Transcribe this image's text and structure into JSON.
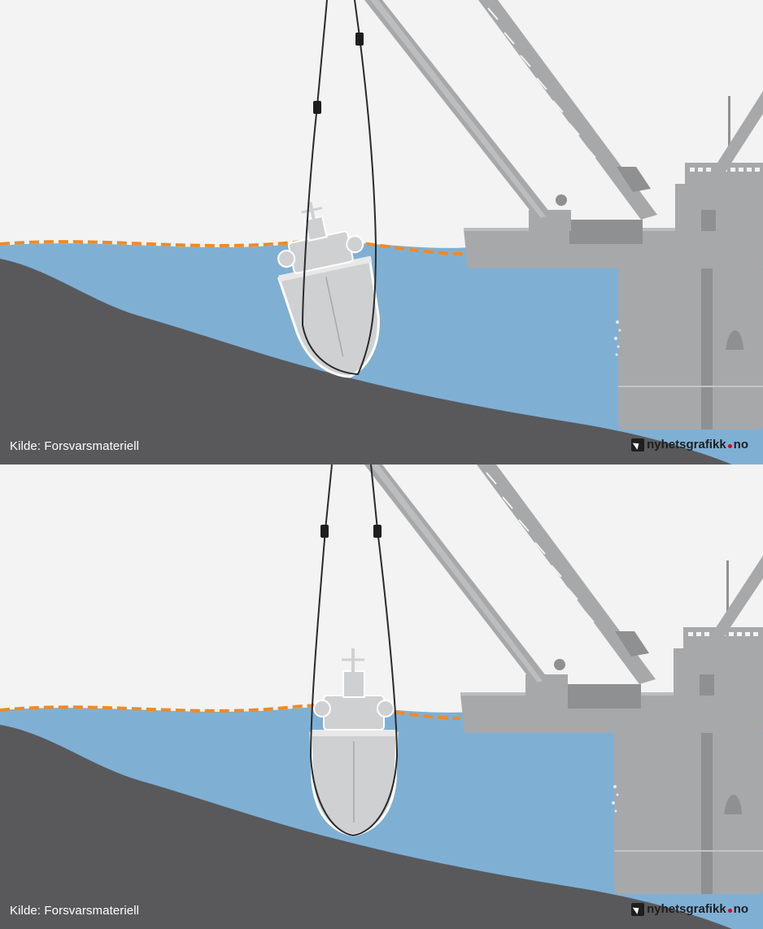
{
  "colors": {
    "sky": "#f3f3f3",
    "water": "#7fb0d4",
    "seabed": "#59595b",
    "crane": "#a7a8aa",
    "crane_dark": "#8f9092",
    "ship": "#cfd0d2",
    "ship_outline": "#ffffff",
    "cable": "#2a2a2a",
    "boom": "#f08a24",
    "brand_dot": "#e2001a"
  },
  "panels": [
    {
      "source": "Kilde: Forsvarsmateriell",
      "brand": {
        "left": "nyhetsgrafikk",
        "right": "no"
      }
    },
    {
      "source": "Kilde: Forsvarsmateriell",
      "brand": {
        "left": "nyhetsgrafikk",
        "right": "no"
      }
    }
  ]
}
